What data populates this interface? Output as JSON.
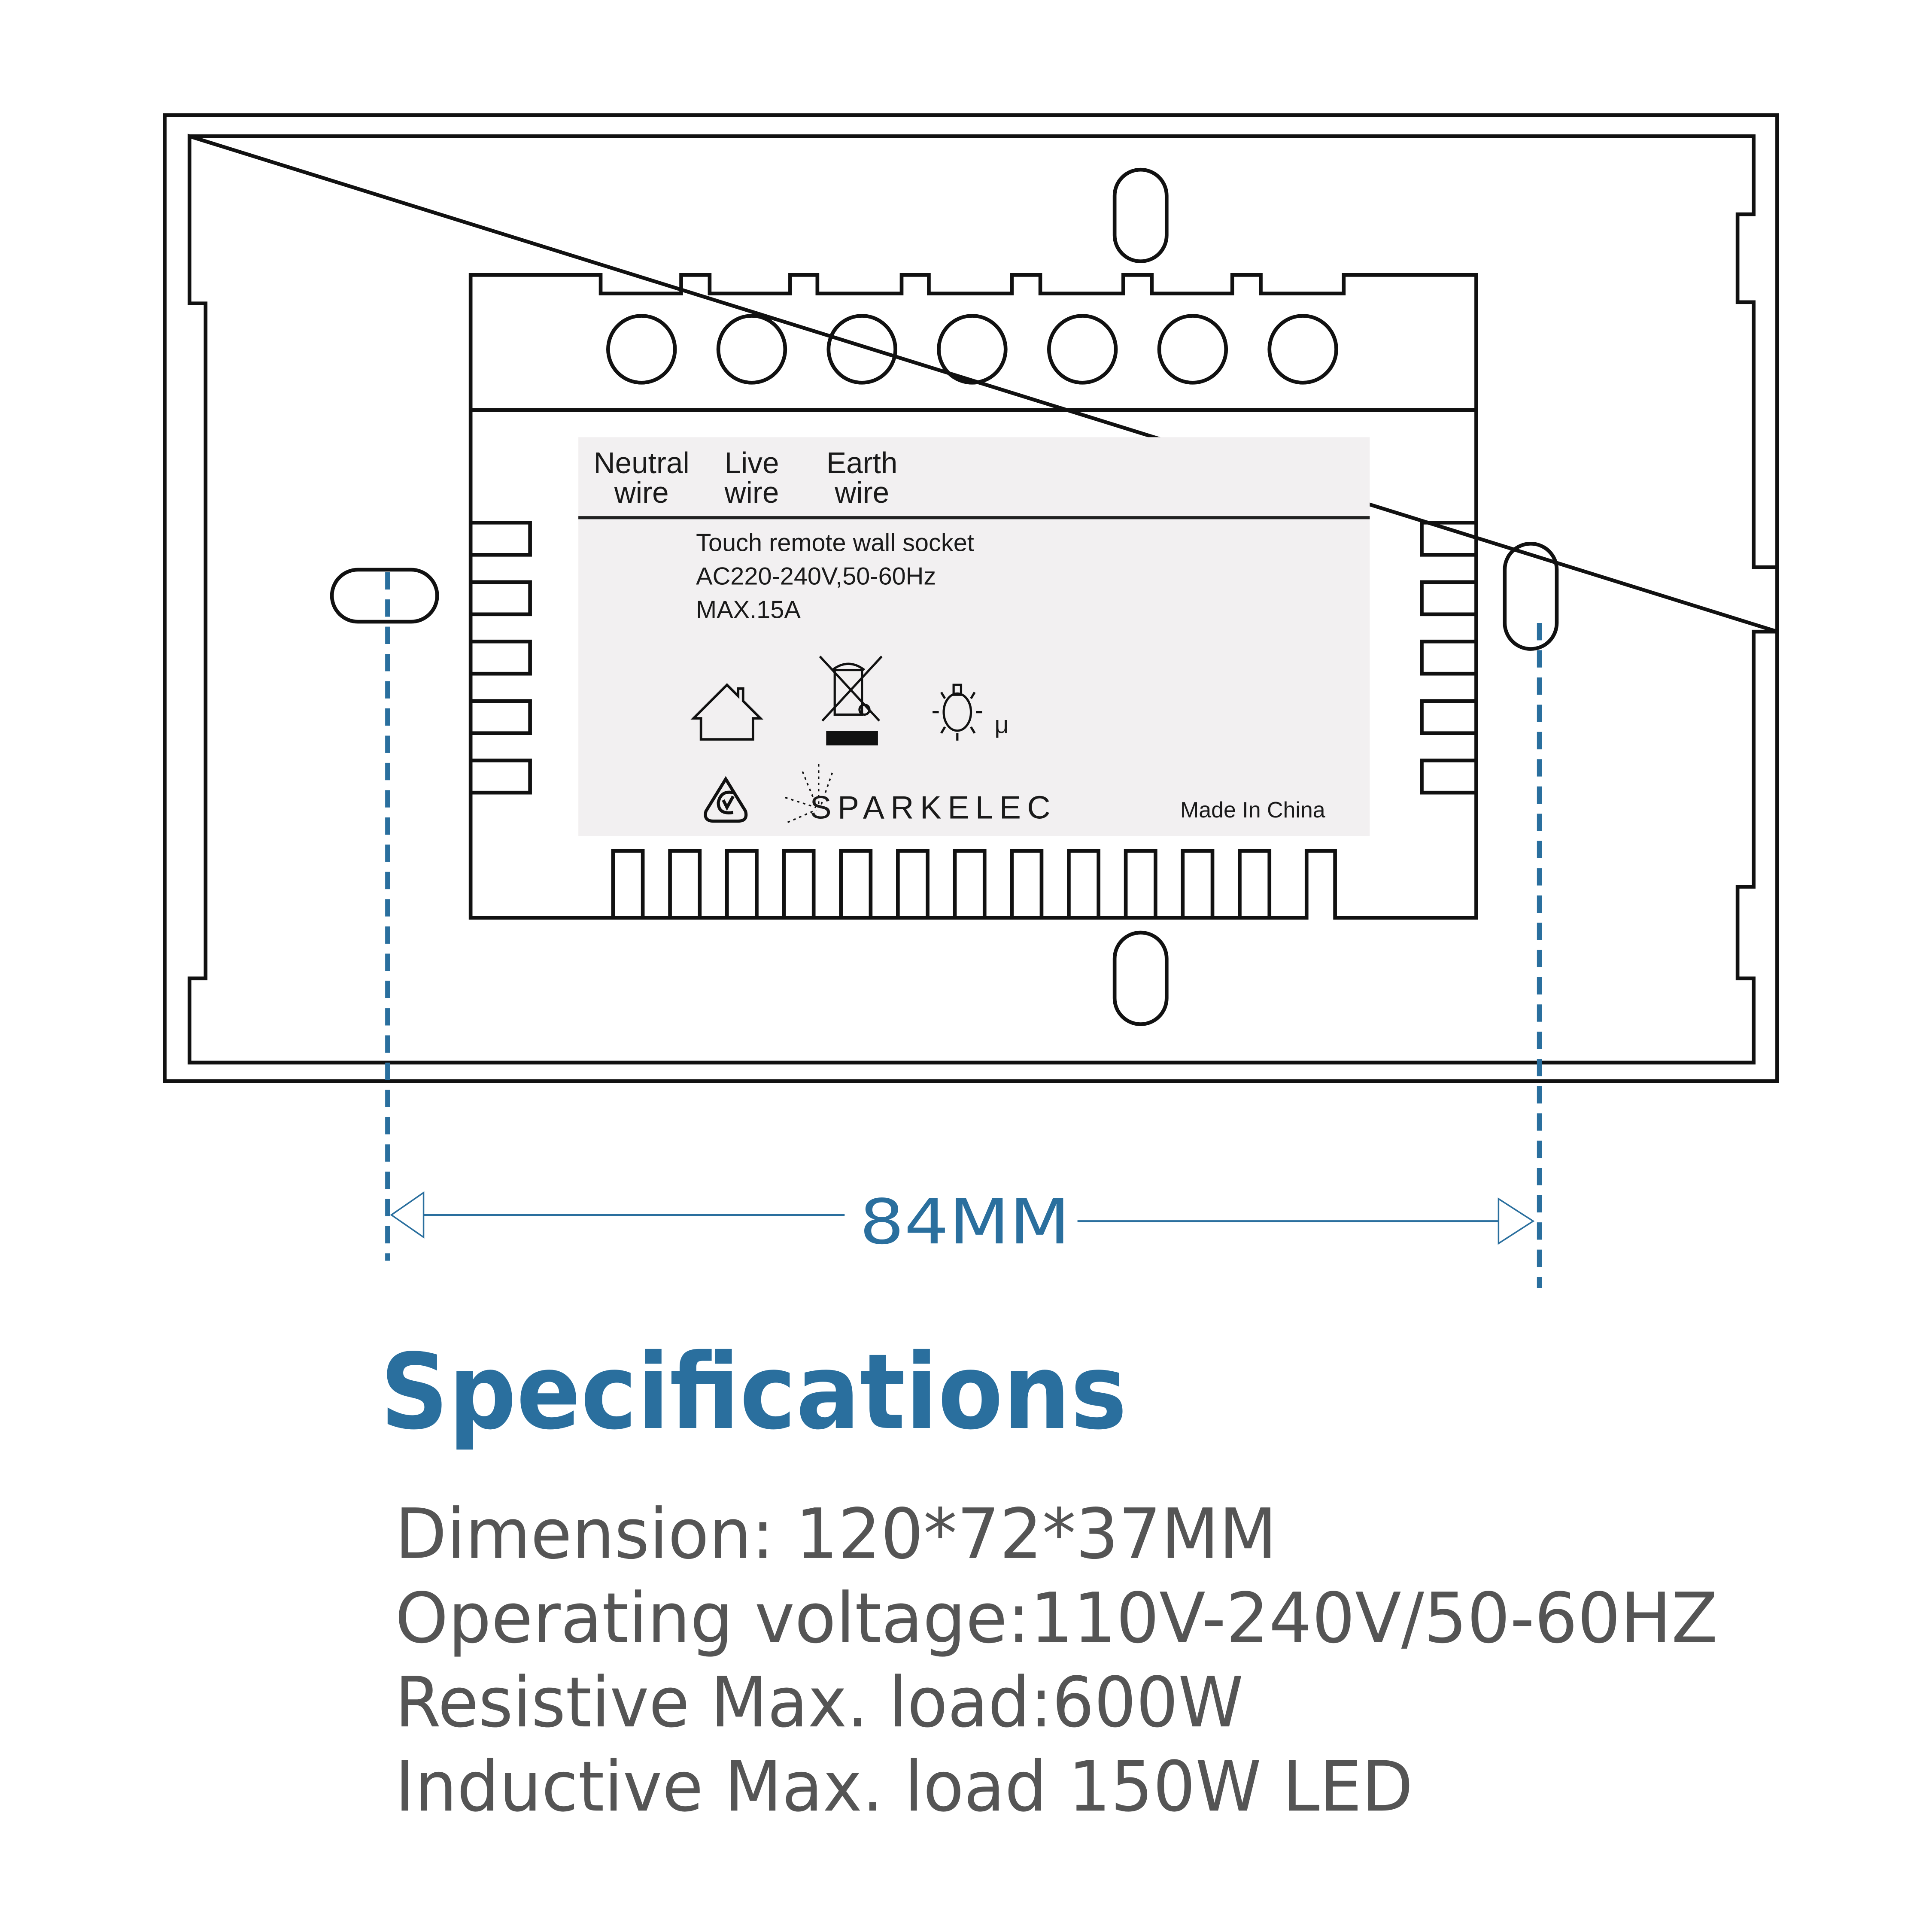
{
  "diagram": {
    "terminal_count": 7,
    "wire_labels": [
      {
        "top": "Neutral",
        "bottom": "wire"
      },
      {
        "top": "Live",
        "bottom": "wire"
      },
      {
        "top": "Earth",
        "bottom": "wire"
      }
    ],
    "product_label": {
      "name": "Touch remote wall socket",
      "rating": "AC220-240V,50-60Hz",
      "max_current": "MAX.15A",
      "brand": "SPARKELEC",
      "origin": "Made In China",
      "icons": [
        "indoor-house-icon",
        "weee-crossed-bin-icon",
        "lamp-icon",
        "rcm-compliance-icon"
      ],
      "lamp_symbol": "μ"
    },
    "dimension": {
      "value": "84MM",
      "color": "#2a6f9e"
    }
  },
  "specifications": {
    "title": "Specifications",
    "title_color": "#2a6f9e",
    "text_color": "#555555",
    "lines": [
      "Dimension: 120*72*37MM",
      "Operating voltage:110V-240V/50-60HZ",
      "Resistive Max. load:600W",
      "Inductive Max. load 150W LED"
    ]
  }
}
